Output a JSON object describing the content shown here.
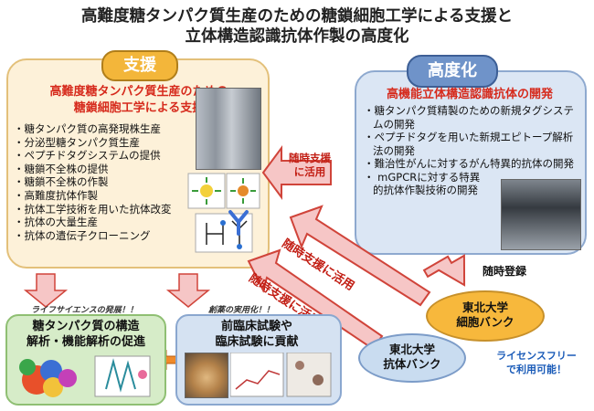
{
  "title": {
    "line1": "高難度糖タンパク質生産のための糖鎖細胞工学による支援と",
    "line2": "立体構造認識抗体作製の高度化"
  },
  "support": {
    "label": "支援",
    "heading1": "高難度糖タンパク質生産のための",
    "heading2": "糖鎖細胞工学による支援",
    "items": [
      "・糖タンパク質の高発現株生産",
      "・分泌型糖タンパク質生産",
      "・ペプチドタグシステムの提供",
      "・糖鎖不全株の提供",
      "・糖鎖不全株の作製",
      "・高難度抗体作製",
      "・抗体工学技術を用いた抗体改変",
      "・抗体の大量生産",
      "・抗体の遺伝子クローニング"
    ]
  },
  "advanced": {
    "label": "高度化",
    "heading": "高機能立体構造認識抗体の開発",
    "items": [
      "・糖タンパク質精製のための新規タグシステムの開発",
      "・ペプチドタグを用いた新規エピトープ解析法の開発",
      "・難治性がんに対するがん特異的抗体の開発",
      "・ mGPCRに対する特異的抗体作製技術の開発"
    ]
  },
  "arrows": {
    "use_small_1": "随時支援",
    "use_small_2": "に活用",
    "use_upper": "随時支援に活用",
    "use_lower": "随時支援に活用",
    "register": "随時登録"
  },
  "outcomes": {
    "note_left": "ライフサイエンスの発展！！",
    "note_right": "創薬の実用化！！",
    "green_line1": "糖タンパク質の構造",
    "green_line2": "解析・機能解析の促進",
    "blue_line1": "前臨床試験や",
    "blue_line2": "臨床試験に貢献"
  },
  "banks": {
    "cell_line1": "東北大学",
    "cell_line2": "細胞バンク",
    "ab_line1": "東北大学",
    "ab_line2": "抗体バンク",
    "license1": "ライセンスフリー",
    "license2": "で利用可能！"
  },
  "colors": {
    "support_fill": "#fdf1d9",
    "advanced_fill": "#dbe6f4",
    "arrow_pink": "#f6c6c6",
    "arrow_border": "#d0443a",
    "heading_red": "#d62a1c",
    "license_blue": "#1a5bb8"
  }
}
